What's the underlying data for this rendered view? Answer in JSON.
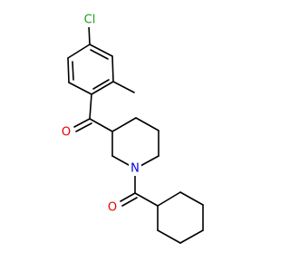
{
  "atoms": {
    "chlorine": {
      "symbol": "Cl",
      "color": "#1e9e1e"
    },
    "ketone_oxygen": {
      "symbol": "O",
      "color": "#e60000"
    },
    "nitrogen": {
      "symbol": "N",
      "color": "#0000e6"
    },
    "amide_oxygen": {
      "symbol": "O",
      "color": "#e60000"
    }
  },
  "bond_color": "#000000",
  "background": "#ffffff"
}
